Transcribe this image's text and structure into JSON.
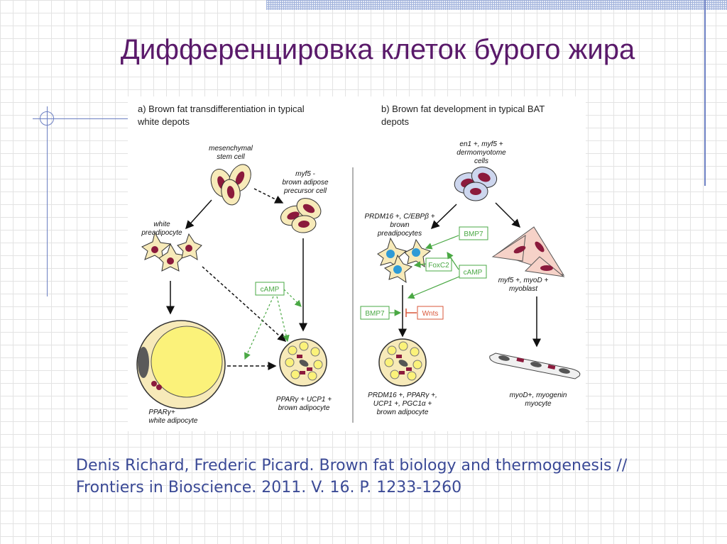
{
  "slide": {
    "title": "Дифференцировка клеток бурого жира",
    "citation_line1": "Denis Richard, Frederic Picard. Brown fat biology and thermogenesis //",
    "citation_line2": "Frontiers in Bioscience. 2011. V. 16. P. 1233-1260"
  },
  "panel_a": {
    "heading_line1": "a) Brown fat transdifferentiation in typical",
    "heading_line2": "white depots",
    "msc_line1": "mesenchymal",
    "msc_line2": "stem cell",
    "precursor_line1": "myf5 -",
    "precursor_line2": "brown adipose",
    "precursor_line3": "precursor cell",
    "preadipocyte_line1": "white",
    "preadipocyte_line2": "preadipocyte",
    "camp": "cAMP",
    "white_line1": "PPARγ+",
    "white_line2": "white adipocyte",
    "brown_line1": "PPARγ + UCP1 +",
    "brown_line2": "brown adipocyte"
  },
  "panel_b": {
    "heading_line1": "b) Brown fat development in typical BAT",
    "heading_line2": "depots",
    "dermo_line1": "en1 +, myf5 +",
    "dermo_line2": "dermomyotome",
    "dermo_line3": "cells",
    "pread_line1": "PRDM16 +, C/EBPβ +",
    "pread_line2": "brown",
    "pread_line3": "preadipocytes",
    "bmp7_top": "BMP7",
    "foxc2": "FoxC2",
    "camp": "cAMP",
    "bmp7_low": "BMP7",
    "wnts": "Wnts",
    "myoblast_line1": "myf5 +, myoD +",
    "myoblast_line2": "myoblast",
    "brown_line1": "PRDM16 +, PPARγ +,",
    "brown_line2": "UCP1 +, PGC1α +",
    "brown_line3": "brown adipocyte",
    "myocyte_line1": "myoD+, myogenin",
    "myocyte_line2": "myocyte"
  },
  "colors": {
    "title": "#5a1a6a",
    "citation": "#3b4a96",
    "nucleus": "#8b1a3c",
    "cytoplasm": "#f7eab9",
    "lipid": "#fbf27a",
    "green_arrow": "#4aa844",
    "red_box": "#d9573a",
    "blue_nucleus": "#2e9bd6",
    "myoblast_fill": "#f6d2c8"
  }
}
